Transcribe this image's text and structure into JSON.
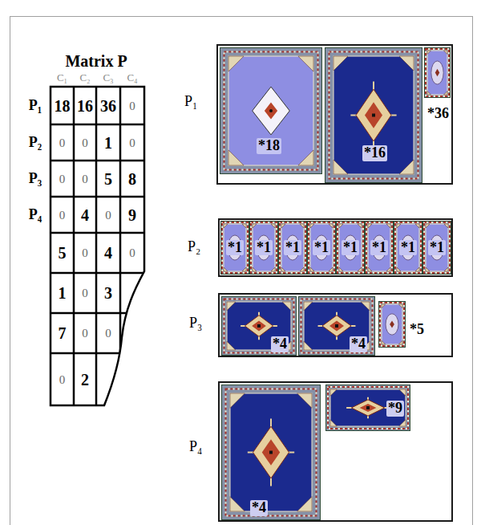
{
  "diagram": {
    "title": "Matrix P",
    "nodes": [
      {
        "text": [
          "P₁"
        ]
      },
      {
        "text": [
          "*18"
        ],
        "in": 0
      },
      {
        "text": [
          "*16"
        ],
        "in": 0
      },
      {
        "text": [
          "*36"
        ],
        "in": 0
      },
      {
        "text": [
          "P₂"
        ]
      },
      {
        "text": [
          "*1"
        ],
        "in": 4
      },
      {
        "text": [
          "*1"
        ],
        "in": 4
      },
      {
        "text": [
          "*1"
        ],
        "in": 4
      },
      {
        "text": [
          "*1"
        ],
        "in": 4
      },
      {
        "text": [
          "*1"
        ],
        "in": 4
      },
      {
        "text": [
          "*1"
        ],
        "in": 4
      },
      {
        "text": [
          "*1"
        ],
        "in": 4
      },
      {
        "text": [
          "*1"
        ],
        "in": 4
      },
      {
        "text": [
          "P₃"
        ]
      },
      {
        "text": [
          "*4"
        ],
        "in": 13
      },
      {
        "text": [
          "*4"
        ],
        "in": 13
      },
      {
        "text": [
          "*5"
        ],
        "in": 13
      },
      {
        "text": [
          "P₄"
        ]
      },
      {
        "text": [
          "*4"
        ],
        "in": 17
      },
      {
        "text": [
          "*9"
        ],
        "in": 17
      }
    ],
    "labels": [
      "C₁",
      "C₂",
      "C₃",
      "C₄",
      "P₁",
      "P₂",
      "P₃",
      "P₄",
      "18",
      "16",
      "36",
      "0",
      "0",
      "0",
      "1",
      "0",
      "0",
      "0",
      "5",
      "8",
      "0",
      "4",
      "0",
      "9",
      "5",
      "0",
      "4",
      "0",
      "1",
      "0",
      "3",
      "7",
      "0",
      "0",
      "0",
      "2"
    ]
  }
}
